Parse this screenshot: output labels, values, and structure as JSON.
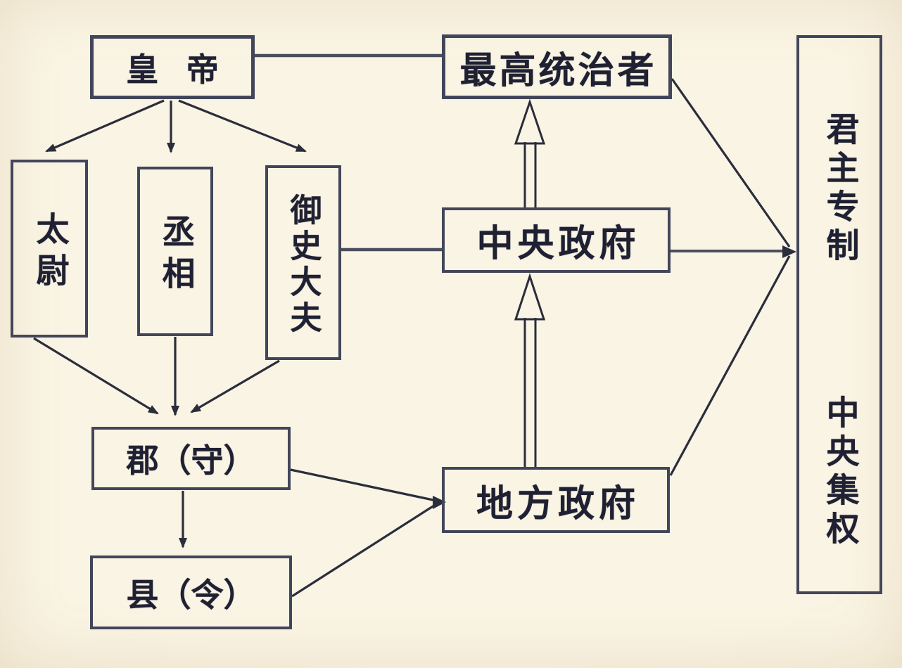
{
  "canvas": {
    "background_color": "#faf4e4",
    "ink_color": "#2b2d3b",
    "border_color": "#43465a"
  },
  "nodes": {
    "emperor": {
      "label": "皇 帝"
    },
    "supreme_ruler": {
      "label": "最高统治者"
    },
    "taiwei": {
      "label": "太尉"
    },
    "chancellor": {
      "label": "丞相"
    },
    "censor": {
      "label": "御史大夫"
    },
    "central_gov": {
      "label": "中央政府"
    },
    "commandery": {
      "label": "郡（守）"
    },
    "county": {
      "label": "县（令）"
    },
    "local_gov": {
      "label": "地方政府"
    },
    "side_panel_top": {
      "label": "君主专制"
    },
    "side_panel_bottom": {
      "label": "中央集权"
    }
  },
  "relations": [
    "皇帝 — 最高统治者",
    "皇帝 → 太尉",
    "皇帝 → 丞相",
    "皇帝 → 御史大夫",
    "御史大夫 — 中央政府",
    "中央政府 ⇑ 最高统治者",
    "太尉 → 郡（守）",
    "丞相 → 郡（守）",
    "御史大夫 → 郡（守）",
    "郡（守） → 县（令）",
    "郡（守） → 地方政府",
    "县（令） → 地方政府",
    "地方政府 ⇑ 中央政府",
    "最高统治者 — 君主专制中央集权",
    "中央政府 → 君主专制中央集权",
    "地方政府 — 君主专制中央集权"
  ]
}
